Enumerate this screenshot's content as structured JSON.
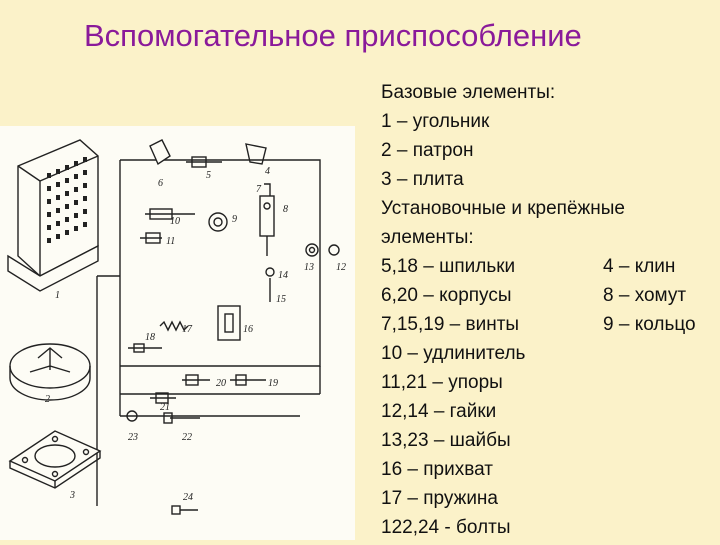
{
  "slide": {
    "title": "Вспомогательное приспособление"
  },
  "diagram": {
    "labels": [
      "1",
      "2",
      "3",
      "4",
      "5",
      "6",
      "7",
      "8",
      "9",
      "10",
      "11",
      "12",
      "13",
      "14",
      "15",
      "16",
      "17",
      "18",
      "19",
      "20",
      "21",
      "22",
      "23",
      "24"
    ]
  },
  "legend": {
    "heading_base": "Базовые элементы:",
    "item_1": "1 – угольник",
    "item_2": "2 – патрон",
    "item_3": "3 – плита",
    "heading_mount_1": "Установочные и крепёжные",
    "heading_mount_2": "элементы:",
    "rows": [
      {
        "left": "5,18 – шпильки",
        "right": "4 – клин"
      },
      {
        "left": "6,20 – корпусы",
        "right": "8 – хомут"
      },
      {
        "left": "7,15,19 – винты",
        "right": "9 – кольцо"
      }
    ],
    "items": [
      "10 – удлинитель",
      "11,21 – упоры",
      "12,14 – гайки",
      "13,23 – шайбы",
      "16 – прихват",
      "17 – пружина",
      "122,24 - болты"
    ]
  }
}
